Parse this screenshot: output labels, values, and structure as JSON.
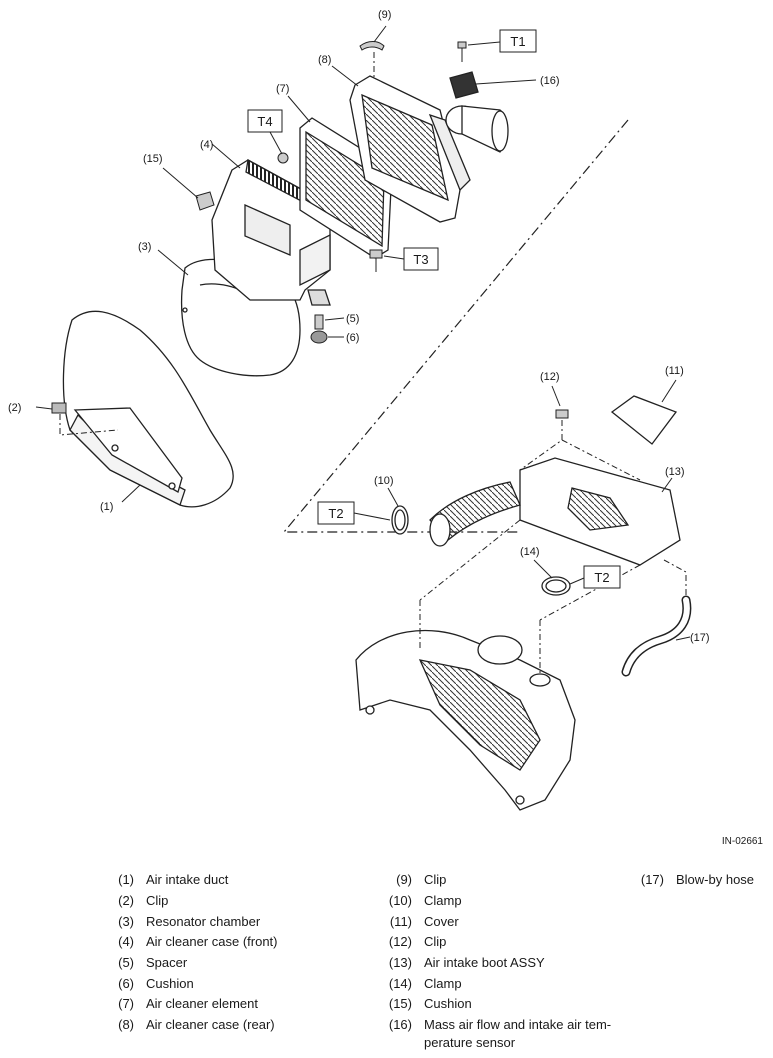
{
  "figure_id": "IN-02661",
  "torque_marks": {
    "t1": "T1",
    "t2": "T2",
    "t3": "T3",
    "t4": "T4"
  },
  "callouts": [
    "(1)",
    "(2)",
    "(3)",
    "(4)",
    "(5)",
    "(6)",
    "(7)",
    "(8)",
    "(9)",
    "(10)",
    "(11)",
    "(12)",
    "(13)",
    "(14)",
    "(15)",
    "(16)",
    "(17)"
  ],
  "legend": [
    {
      "num": "(1)",
      "label": "Air intake duct"
    },
    {
      "num": "(2)",
      "label": "Clip"
    },
    {
      "num": "(3)",
      "label": "Resonator chamber"
    },
    {
      "num": "(4)",
      "label": "Air cleaner case (front)"
    },
    {
      "num": "(5)",
      "label": "Spacer"
    },
    {
      "num": "(6)",
      "label": "Cushion"
    },
    {
      "num": "(7)",
      "label": "Air cleaner element"
    },
    {
      "num": "(8)",
      "label": "Air cleaner case (rear)"
    },
    {
      "num": "(9)",
      "label": "Clip"
    },
    {
      "num": "(10)",
      "label": "Clamp"
    },
    {
      "num": "(11)",
      "label": "Cover"
    },
    {
      "num": "(12)",
      "label": "Clip"
    },
    {
      "num": "(13)",
      "label": "Air intake boot ASSY"
    },
    {
      "num": "(14)",
      "label": "Clamp"
    },
    {
      "num": "(15)",
      "label": "Cushion"
    },
    {
      "num": "(16)",
      "label": "Mass air flow and intake air tem-",
      "label2": "perature sensor"
    },
    {
      "num": "(17)",
      "label": "Blow-by hose"
    }
  ]
}
